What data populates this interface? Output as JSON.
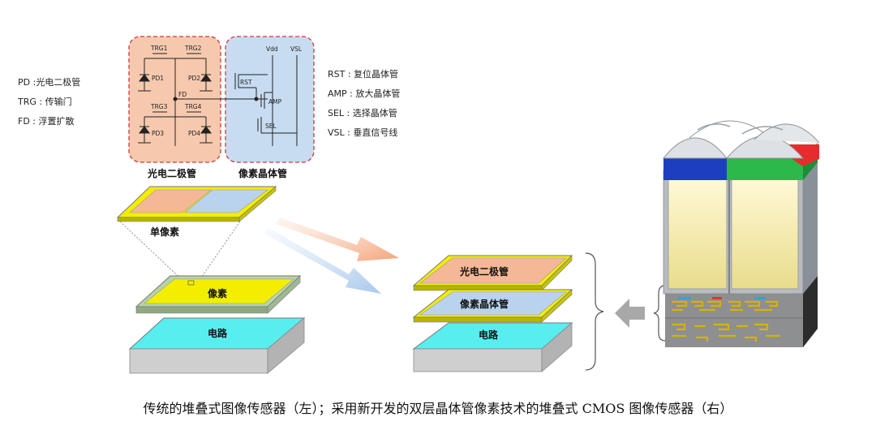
{
  "legend_left": [
    {
      "abbr": "PD",
      "sep": " :",
      "desc": "光电二极管"
    },
    {
      "abbr": "TRG",
      "sep": " : ",
      "desc": "传输门"
    },
    {
      "abbr": "FD",
      "sep": "  : ",
      "desc": "浮置扩散"
    }
  ],
  "legend_right": [
    {
      "abbr": "RST",
      "sep": " : ",
      "desc": "复位晶体管"
    },
    {
      "abbr": "AMP",
      "sep": " : ",
      "desc": "放大晶体管"
    },
    {
      "abbr": "SEL",
      "sep": "  : ",
      "desc": "选择晶体管"
    },
    {
      "abbr": "VSL",
      "sep": "  : ",
      "desc": "垂直信号线"
    }
  ],
  "circuit": {
    "trg1": "TRG1",
    "trg2": "TRG2",
    "trg3": "TRG3",
    "trg4": "TRG4",
    "pd1": "PD1",
    "pd2": "PD2",
    "pd3": "PD3",
    "pd4": "PD4",
    "fd": "FD",
    "vdd": "Vdd",
    "vsl": "VSL",
    "rst": "RST",
    "amp": "AMP",
    "sel": "SEL",
    "label_photodiode": "光电二极管",
    "label_transistor": "像素晶体管"
  },
  "left_stack": {
    "single_pixel": "单像素",
    "pixel_layer": "像素",
    "circuit_layer": "电路"
  },
  "right_stack": {
    "photodiode_layer": "光电二极管",
    "transistor_layer": "像素晶体管",
    "circuit_layer": "电路"
  },
  "colors": {
    "photodiode": "#f5b896",
    "transistor": "#b9d3ee",
    "pixel_yellow": "#f3ee00",
    "circuit_cyan": "#58eef0",
    "arrow_orange": "#f4a47a",
    "arrow_blue": "#a8c8ec"
  },
  "caption": "传统的堆叠式图像传感器（左）；采用新开发的双层晶体管像素技术的堆叠式 CMOS 图像传感器（右）"
}
